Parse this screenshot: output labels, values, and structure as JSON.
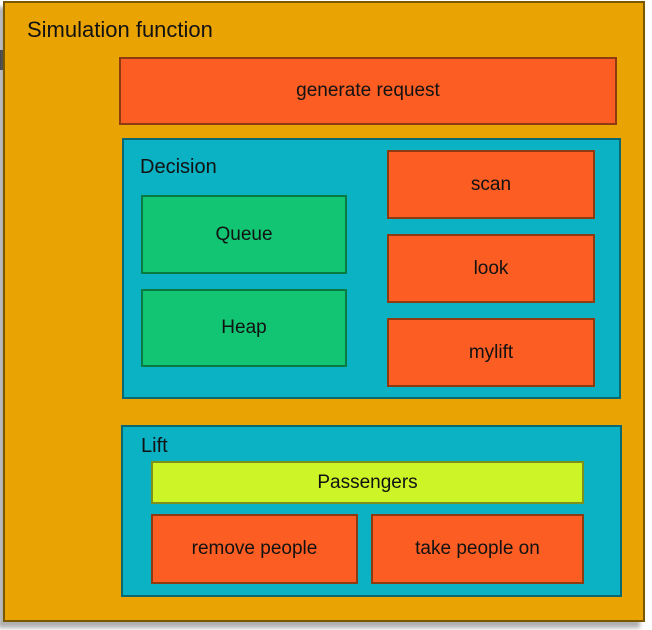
{
  "slide": {
    "title": "Simulation function",
    "generate_request": {
      "label": "generate request"
    },
    "decision": {
      "label": "Decision",
      "queue_label": "Queue",
      "heap_label": "Heap",
      "scan_label": "scan",
      "look_label": "look",
      "mylift_label": "mylift"
    },
    "lift": {
      "label": "Lift",
      "passengers_label": "Passengers",
      "remove_people_label": "remove people",
      "take_people_on_label": "take people on"
    }
  },
  "colors": {
    "outer_fill": "#E9A303",
    "outer_border": "#7A5800",
    "accent_fill": "#FB5D23",
    "accent_border": "#8F3B12",
    "teal_fill": "#0AB2C4",
    "teal_border": "#0B6870",
    "green_fill": "#11C573",
    "green_border": "#0A7A43",
    "yellow_fill": "#CDF427",
    "yellow_border": "#7C901B",
    "text": "#121212",
    "shadow": "#7D7D7D",
    "page_background": "#FFFFFF"
  }
}
